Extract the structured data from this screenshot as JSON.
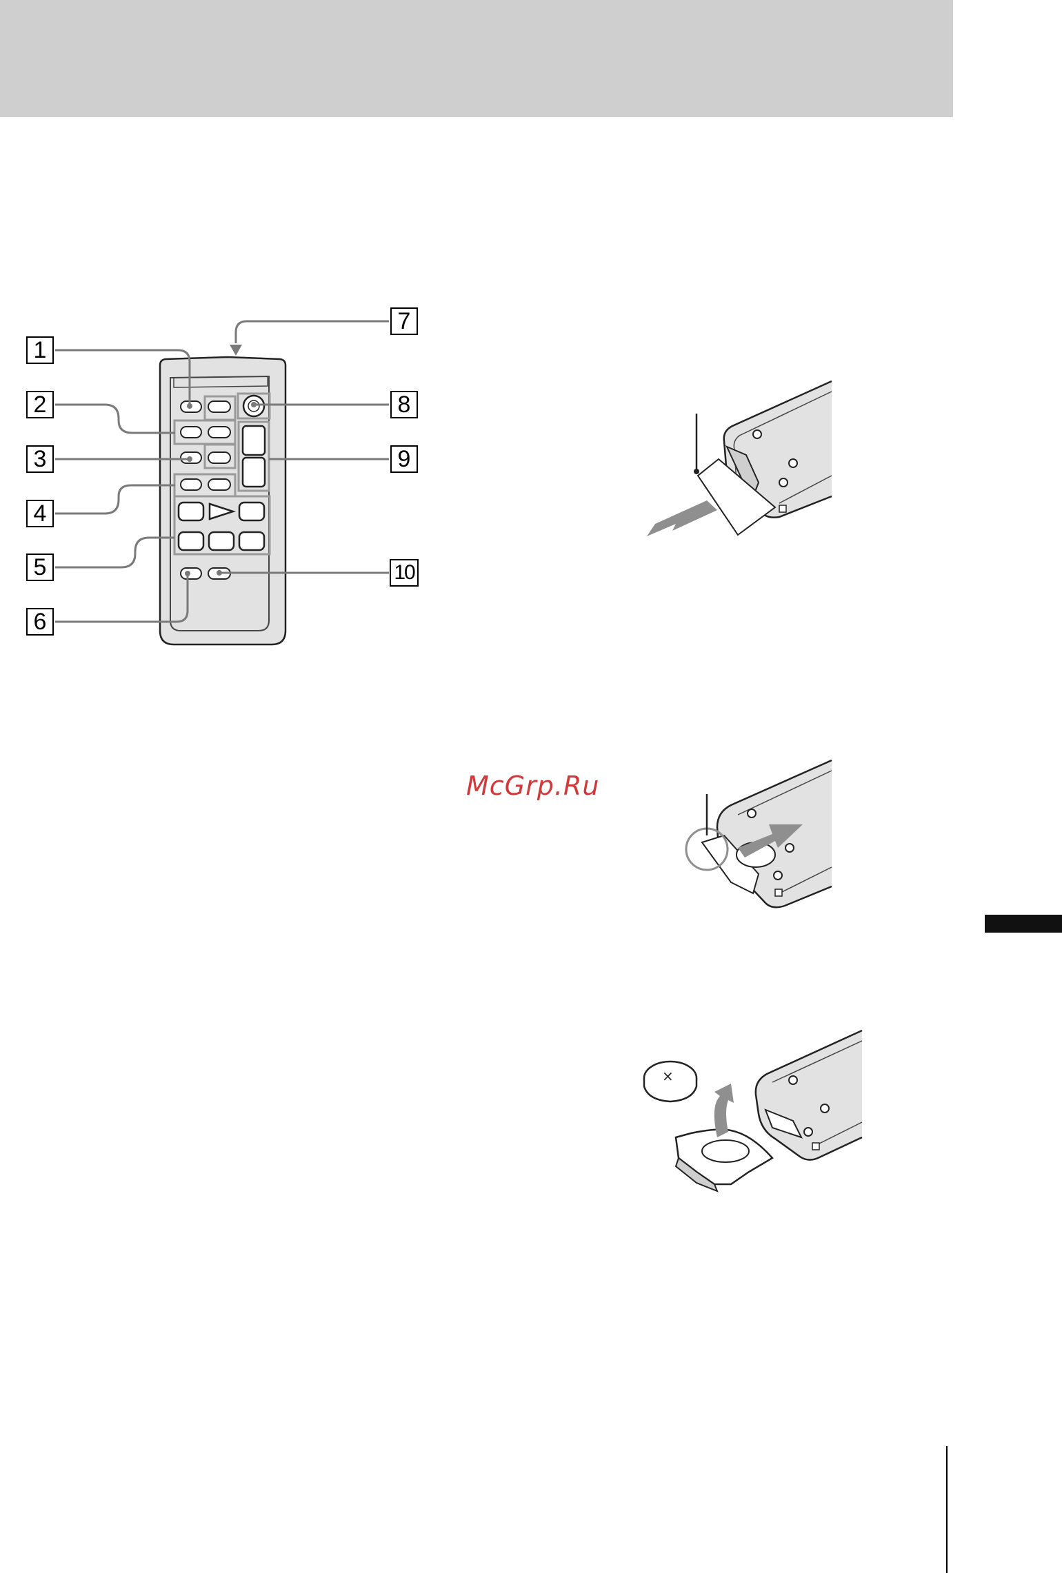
{
  "watermark": {
    "text": "McGrp.Ru",
    "color": "#d1393b"
  },
  "colors": {
    "header_band": "#cfcfcf",
    "side_tab": "#111111",
    "remote_body": "#e2e2e2",
    "callout_line": "#7a7a7a",
    "arrow_fill": "#8f8f8f"
  },
  "remote_callouts": [
    {
      "label": "1"
    },
    {
      "label": "2"
    },
    {
      "label": "3"
    },
    {
      "label": "4"
    },
    {
      "label": "5"
    },
    {
      "label": "6"
    },
    {
      "label": "7"
    },
    {
      "label": "8"
    },
    {
      "label": "9"
    },
    {
      "label": "10"
    }
  ],
  "battery_mark": "×"
}
